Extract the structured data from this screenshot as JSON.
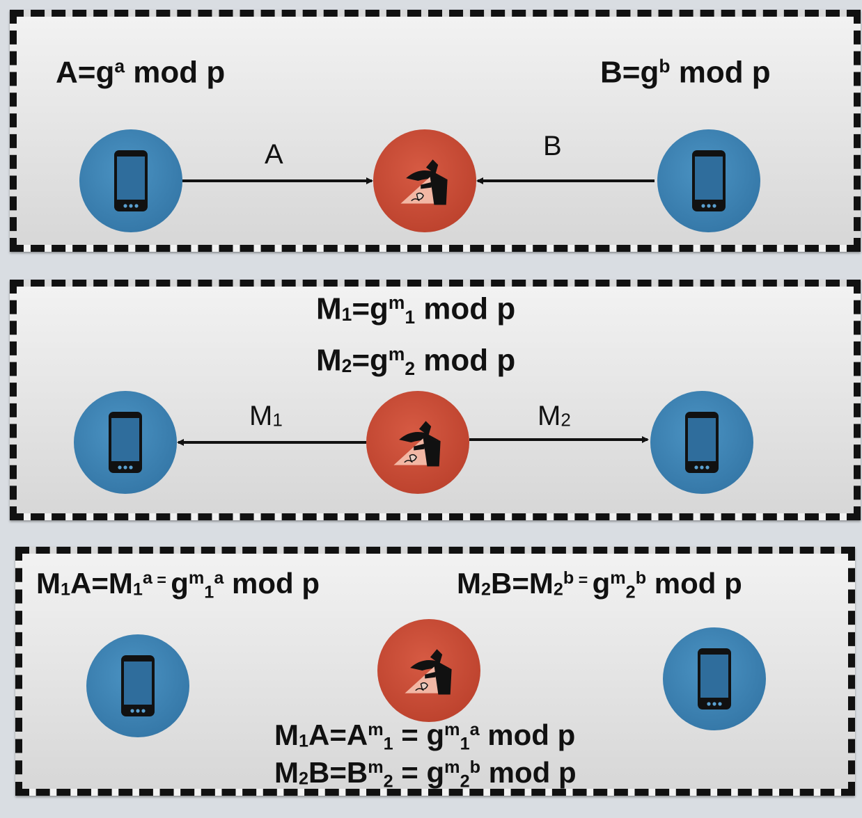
{
  "panel1": {
    "alice_eq": {
      "base": "A=g",
      "exp": "a",
      "tail": " mod p"
    },
    "bob_eq": {
      "base": "B=g",
      "exp": "b",
      "tail": " mod p"
    },
    "msg_left": "A",
    "msg_right": "B"
  },
  "panel2": {
    "eq1": {
      "lhs": "M",
      "lhs_sub": "1",
      "mid": "=g",
      "exp": "m",
      "exp_sub": "1",
      "tail": " mod p"
    },
    "eq2": {
      "lhs": "M",
      "lhs_sub": "2",
      "mid": "=g",
      "exp": "m",
      "exp_sub": "2",
      "tail": " mod p"
    },
    "msg_left": {
      "text": "M",
      "sub": "1"
    },
    "msg_right": {
      "text": "M",
      "sub": "2"
    }
  },
  "panel3": {
    "left_eq": {
      "a": "M",
      "a_sub": "1",
      "b": "A=M",
      "b_sub": "1",
      "b_exp": "a",
      "eqsign": " = ",
      "c": "g",
      "c_exp": "m",
      "c_exp_sub": "1",
      "c_exp2": "a",
      "tail": " mod p"
    },
    "right_eq": {
      "a": "M",
      "a_sub": "2",
      "b": "B=M",
      "b_sub": "2",
      "b_exp": "b",
      "eqsign": " = ",
      "c": "g",
      "c_exp": "m",
      "c_exp_sub": "2",
      "c_exp2": "b",
      "tail": " mod p"
    },
    "bottom_eq1": {
      "a": "M",
      "a_sub": "1",
      "b": "A=A",
      "b_exp": "m",
      "b_exp_sub": "1",
      "eqsign": " = ",
      "c": "g",
      "c_exp": "m",
      "c_exp_sub": "1",
      "c_exp2": "a",
      "tail": " mod p"
    },
    "bottom_eq2": {
      "a": "M",
      "a_sub": "2",
      "b": "B=B",
      "b_exp": "m",
      "b_exp_sub": "2",
      "eqsign": " = ",
      "c": "g",
      "c_exp": "m",
      "c_exp_sub": "2",
      "c_exp2": "b",
      "tail": " mod p"
    }
  },
  "icons": {
    "device": "smartphone-icon",
    "attacker": "spy-icon"
  },
  "colors": {
    "device": "#3a80b3",
    "attacker": "#c4452f",
    "border": "#111111"
  }
}
